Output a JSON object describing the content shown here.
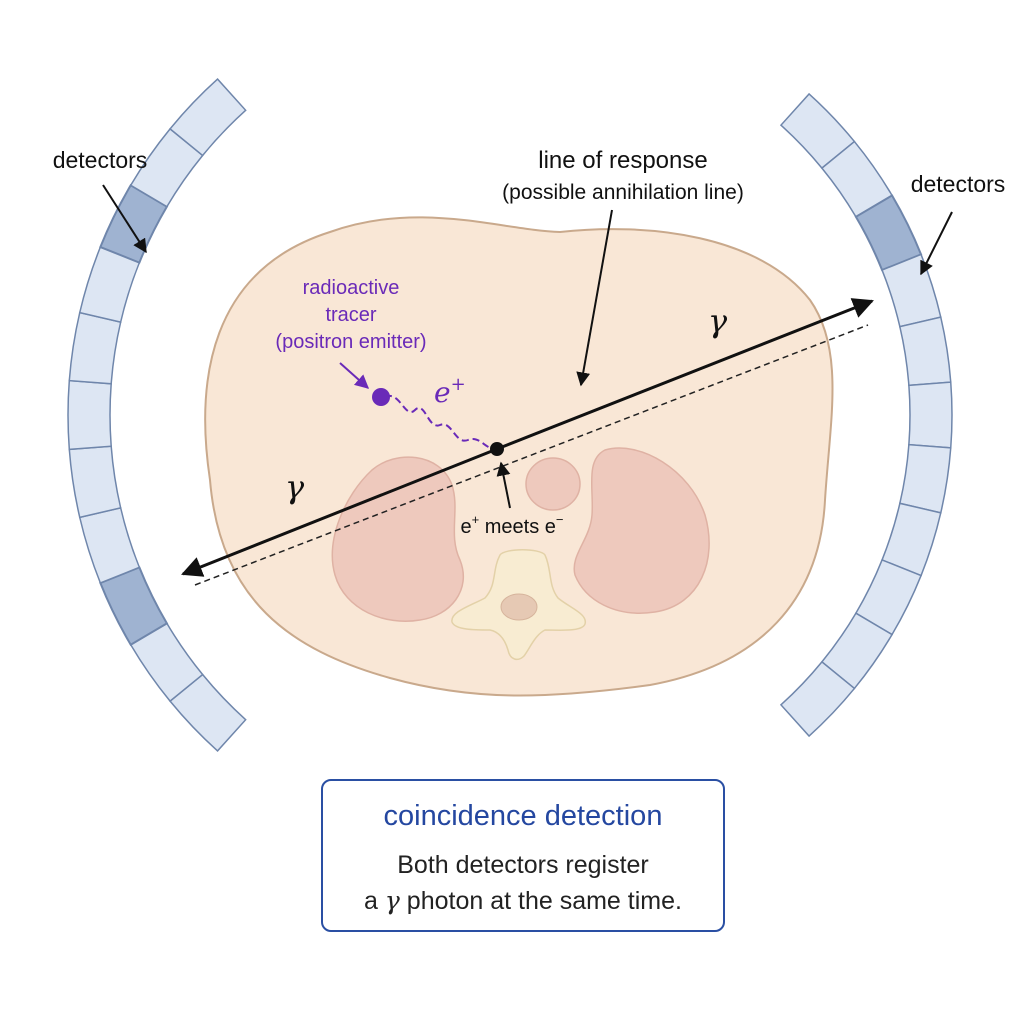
{
  "labels": {
    "detectors_left": "detectors",
    "detectors_right": "detectors",
    "lor_title": "line of response",
    "lor_subtitle": "(possible annihilation line)",
    "tracer_line1": "radioactive",
    "tracer_line2": "tracer",
    "tracer_line3": "(positron emitter)",
    "positron": "e",
    "positron_sup": "+",
    "gamma_upper": "γ",
    "gamma_lower": "γ",
    "meets_e1": "e",
    "meets_sup1": "+",
    "meets_mid": " meets e",
    "meets_sup2": "−"
  },
  "info_box": {
    "title": "coincidence detection",
    "line1": "Both detectors register",
    "line2_a": "a ",
    "line2_gamma": "γ",
    "line2_b": " photon at the same time."
  },
  "colors": {
    "detector_fill": "#dde6f3",
    "detector_active": "#9fb3d1",
    "detector_stroke": "#6f86ab",
    "body_fill": "#f9e7d6",
    "body_stroke": "#c9a98c",
    "organ_fill": "#eec9bd",
    "tracer": "#6a2ab8",
    "box_border": "#2a4fa3",
    "title_blue": "#2447a0"
  }
}
